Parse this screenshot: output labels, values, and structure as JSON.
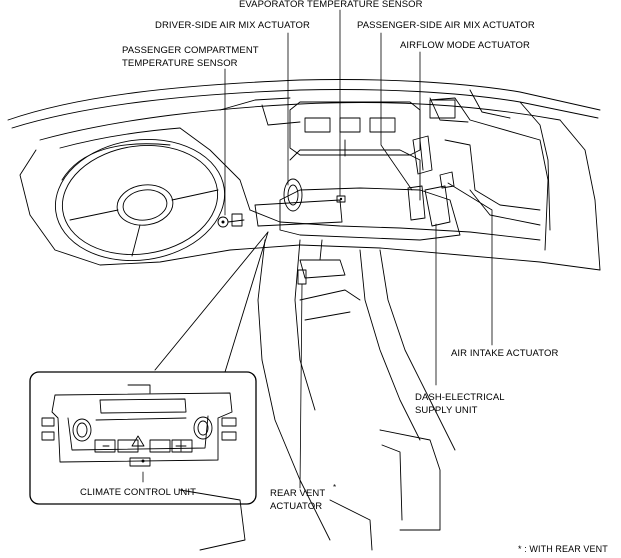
{
  "diagram": {
    "labels": {
      "evaporator_sensor": "EVAPORATOR TEMPERATURE SENSOR",
      "driver_air_mix": "DRIVER-SIDE AIR MIX ACTUATOR",
      "passenger_air_mix": "PASSENGER-SIDE AIR MIX ACTUATOR",
      "airflow_mode": "AIRFLOW MODE ACTUATOR",
      "cabin_sensor_line1": "PASSENGER COMPARTMENT",
      "cabin_sensor_line2": "TEMPERATURE SENSOR",
      "air_intake": "AIR INTAKE ACTUATOR",
      "dash_supply_line1": "DASH-ELECTRICAL",
      "dash_supply_line2": "SUPPLY UNIT",
      "climate_control": "CLIMATE CONTROL UNIT",
      "rear_vent_line1": "REAR VENT",
      "rear_vent_mark": "*",
      "rear_vent_line2": "ACTUATOR",
      "footnote": "* : WITH REAR VENT"
    }
  }
}
